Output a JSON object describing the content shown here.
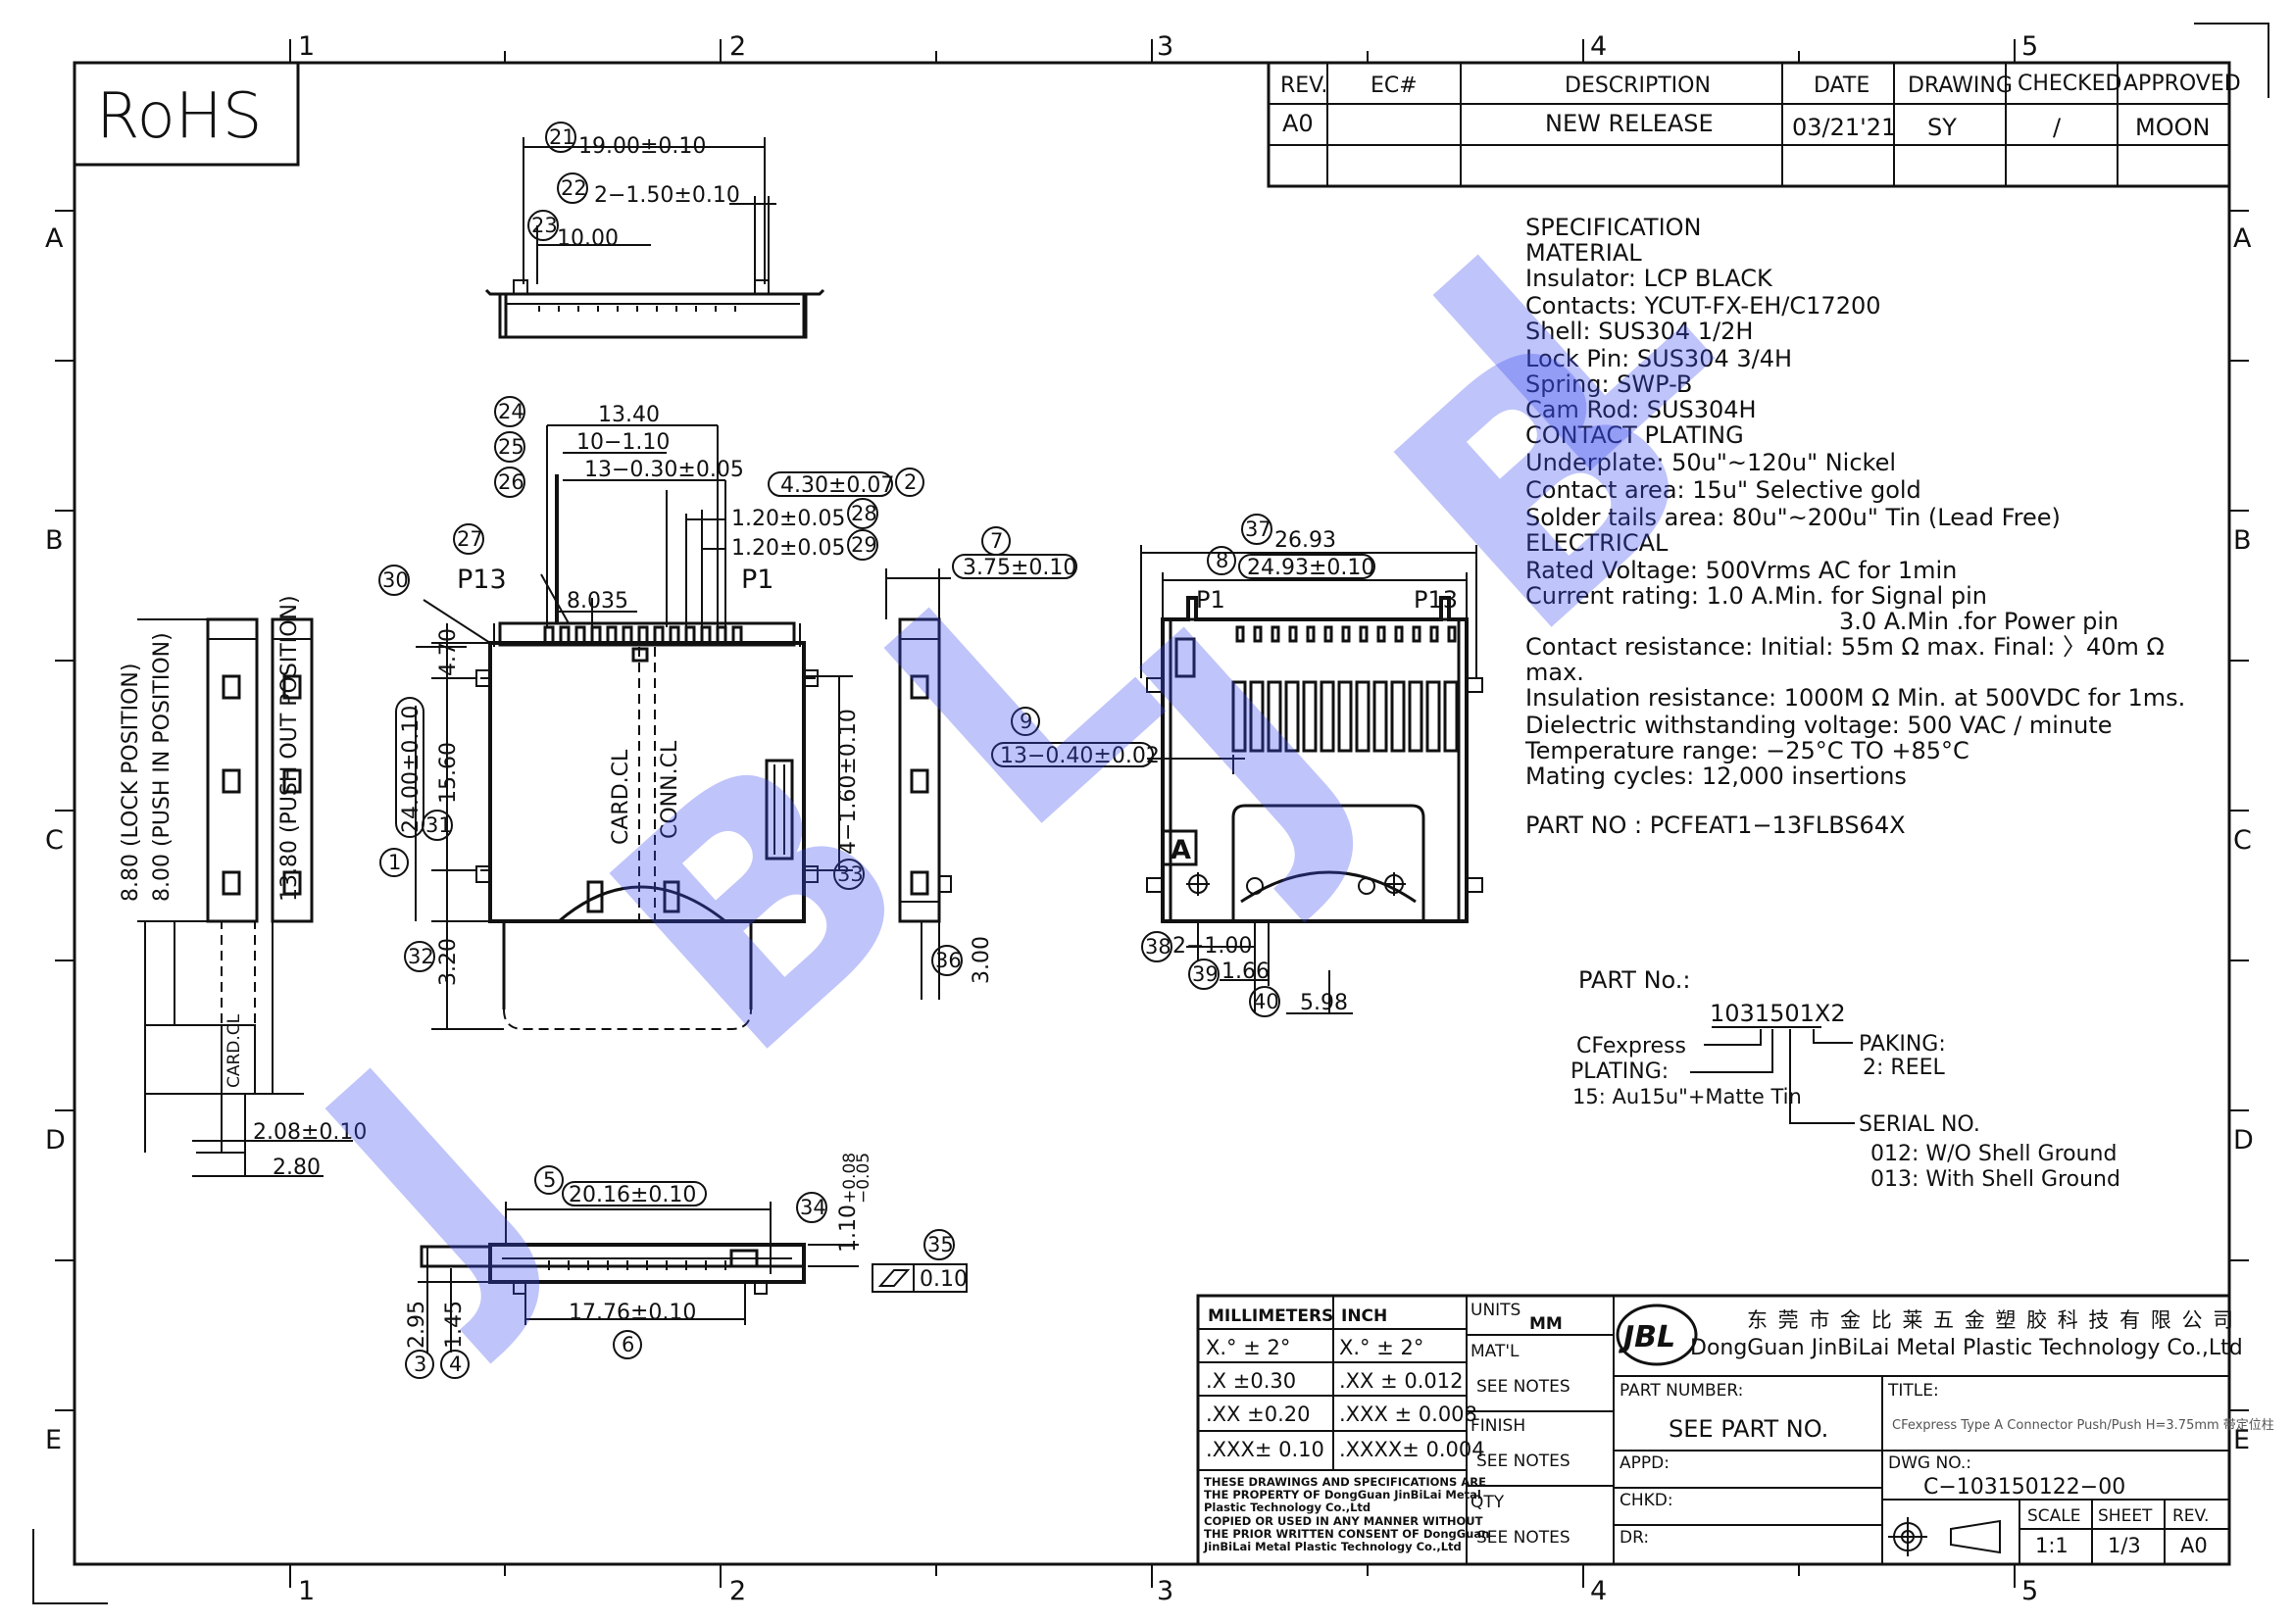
{
  "rohs": "RoHS",
  "grid": {
    "columns": [
      "1",
      "2",
      "3",
      "4",
      "5"
    ],
    "rows": [
      "A",
      "B",
      "C",
      "D",
      "E"
    ]
  },
  "revision_table": {
    "headers": [
      "REV.",
      "EC#",
      "DESCRIPTION",
      "DATE",
      "DRAWING",
      "CHECKED",
      "APPROVED"
    ],
    "row": [
      "A0",
      "",
      "NEW RELEASE",
      "03/21'21",
      "SY",
      "/",
      "MOON"
    ]
  },
  "specification": {
    "lines": [
      "SPECIFICATION",
      "MATERIAL",
      "Insulator:  LCP BLACK",
      "Contacts:  YCUT-FX-EH/C17200",
      "Shell:  SUS304 1/2H",
      "Lock Pin:  SUS304 3/4H",
      "Spring:  SWP-B",
      "Cam Rod:  SUS304H",
      "CONTACT PLATING",
      "Underplate:  50u\"~120u\" Nickel",
      "Contact area:  15u\" Selective gold",
      "Solder tails area:  80u\"~200u\"  Tin (Lead Free)",
      "ELECTRICAL",
      "Rated Voltage:  500Vrms AC for 1min",
      "Current rating:  1.0 A.Min. for Signal pin",
      "3.0 A.Min .for Power pin",
      "Contact resistance:  Initial:  55m  Ω max. Final: 〉40m  Ω",
      "max.",
      "Insulation resistance:  1000M  Ω Min. at 500VDC for 1ms.",
      "Dielectric withstanding voltage:  500 VAC  /  minute",
      "Temperature range:  −25°C TO +85°C",
      "Mating cycles:  12,000 insertions"
    ],
    "part_no": "PART NO :  PCFEAT1−13FLBS64X"
  },
  "part_number_legend": {
    "title": "PART No.:",
    "code": "1031501X2",
    "cfexpress": "CFexpress",
    "plating": "PLATING:",
    "plating_value": "15: Au15u\"+Matte Tin",
    "paking": "PAKING:",
    "paking_value": "2:  REEL",
    "serial": "SERIAL  NO.",
    "serial_012": "012:  W/O  Shell  Ground",
    "serial_013": "013:   With  Shell  Ground"
  },
  "watermark": [
    "J",
    "B",
    "L",
    "J",
    "B",
    "L"
  ],
  "dimensions": {
    "top_view": {
      "d21": "19.00±0.10",
      "d22": "2−1.50±0.10",
      "d23": "10.00",
      "n21": "21",
      "n22": "22",
      "n23": "23"
    },
    "front_view": {
      "d24": "13.40",
      "d25": "10−1.10",
      "d26": "13−0.30±0.05",
      "d2": "4.30±0.07",
      "d28": "1.20±0.05",
      "d29": "1.20±0.05",
      "d27": "8.035",
      "d1": "24.00±0.10",
      "d30": "4.70",
      "d31": "15.60",
      "d32": "3.20",
      "d33": "4−1.60±0.10",
      "p13": "P13",
      "p1": "P1",
      "card_cl": "CARD.CL",
      "conn_cl": "CONN.CL",
      "n24": "24",
      "n25": "25",
      "n26": "26",
      "n2": "2",
      "n28": "28",
      "n29": "29",
      "n27": "27",
      "n30": "30",
      "n1": "1",
      "n31": "31",
      "n32": "32",
      "n33": "33"
    },
    "side_view": {
      "d7": "3.75±0.10",
      "d36": "3.00",
      "n7": "7",
      "n36": "36"
    },
    "bottom_view": {
      "d37": "26.93",
      "d8": "24.93±0.10",
      "d9": "13−0.40±0.02",
      "d38": "2−1.00",
      "d39": "1.66",
      "d40": "5.98",
      "p1": "P1",
      "p13": "P13",
      "label_a": "A",
      "n37": "37",
      "n8": "8",
      "n9": "9",
      "n38": "38",
      "n39": "39",
      "n40": "40"
    },
    "left_side_view": {
      "lock": "8.80  (LOCK POSITION)",
      "push_in": "8.00  (PUSH IN POSITION)",
      "push_out": "13.80  (PUSH OUT POSITION)",
      "card_cl": "CARD.CL",
      "d208": "2.08±0.10",
      "d280": "2.80"
    },
    "lower_view": {
      "d5": "20.16±0.10",
      "d6": "17.76±0.10",
      "d34": "1.10",
      "d34_tol_plus": "+0.08",
      "d34_tol_minus": "−0.05",
      "d3": "2.95",
      "d4": "1.45",
      "flat": "0.10",
      "n5": "5",
      "n6": "6",
      "n34": "34",
      "n35": "35",
      "n3": "3",
      "n4": "4"
    }
  },
  "title_block": {
    "tol_headers": [
      "MILLIMETERS",
      "INCH"
    ],
    "tol_rows": [
      [
        "X.°  ± 2°",
        "X.°   ± 2°"
      ],
      [
        ".X   ±0.30",
        ".XX   ± 0.012"
      ],
      [
        ".XX  ±0.20",
        ".XXX  ± 0.008"
      ],
      [
        ".XXX± 0.10",
        ".XXXX± 0.004"
      ]
    ],
    "disclaimer": [
      "THESE DRAWINGS AND SPECIFICATIONS ARE",
      "THE PROPERTY OF DongGuan JinBiLai Metal",
      "Plastic Technology Co.,Ltd",
      "COPIED OR USED IN  ANY MANNER WITHOUT",
      "THE PRIOR WRITTEN CONSENT OF DongGuan",
      "JinBiLai Metal Plastic Technology Co.,Ltd"
    ],
    "units_label": "UNITS",
    "units_value": "MM",
    "matl_label": "MAT'L",
    "matl_value": "SEE NOTES",
    "finish_label": "FINISH",
    "finish_value": "SEE NOTES",
    "qty_label": "QTY",
    "qty_value": "SEE NOTES",
    "company_cn": "东 莞 市 金 比 莱 五 金 塑 胶 科 技 有 限 公 司",
    "company_en": "DongGuan JinBiLai Metal Plastic Technology Co.,Ltd",
    "logo_text": "JBL",
    "part_number_label": "PART NUMBER:",
    "part_number_value": "SEE PART NO.",
    "title_label": "TITLE:",
    "title_value": "CFexpress Type A Connector Push/Push H=3.75mm 带定位柱",
    "appd": "APPD:",
    "chkd": "CHKD:",
    "dr": "DR:",
    "dwg_label": "DWG NO.:",
    "dwg_value": "C−103150122−00",
    "scale_label": "SCALE",
    "scale_value": "1:1",
    "sheet_label": "SHEET",
    "sheet_value": "1/3",
    "rev_label": "REV.",
    "rev_value": "A0"
  }
}
